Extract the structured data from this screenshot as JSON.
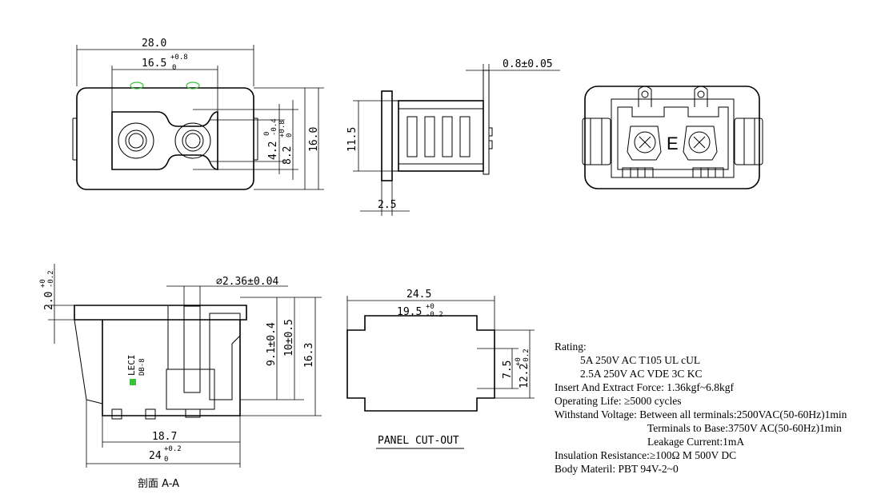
{
  "front_view": {
    "width": "28.0",
    "spacing_base": "16.5",
    "spacing_tol_upper": "+0.8",
    "spacing_tol_lower": "0",
    "h1_base": "4.2",
    "h1_tol_upper": "0",
    "h1_tol_lower": "-0.4",
    "h2_base": "8.2",
    "h2_tol_upper": "+0.8",
    "h2_tol_lower": "0",
    "height": "16.0"
  },
  "side_view": {
    "pin_dim": "0.8±0.05",
    "height": "11.5",
    "flange": "2.5"
  },
  "back_view": {
    "mark_letter": "E"
  },
  "section_view": {
    "pin_diameter": "∅2.36±0.04",
    "top_base": "2.0",
    "top_tol_upper": "+0",
    "top_tol_lower": "-0.2",
    "d1": "9.1±0.4",
    "d2": "10±0.5",
    "d3": "16.3",
    "width1": "18.7",
    "width2_base": "24",
    "width2_tol_upper": "+0.2",
    "width2_tol_lower": "0",
    "brand": "LECI",
    "model": "DB-8",
    "caption": "剖面 A-A"
  },
  "cutout": {
    "outer_width": "24.5",
    "inner_base": "19.5",
    "inner_tol_upper": "+0",
    "inner_tol_lower": "-0.2",
    "inner_height": "7.5",
    "outer_base": "12.2",
    "outer_tol_upper": "+0",
    "outer_tol_lower": "-0.2",
    "title": "PANEL CUT-OUT"
  },
  "specs": {
    "rating_label": "Rating:",
    "rating_1": "5A 250V AC T105 UL cUL",
    "rating_2": "2.5A 250V AC VDE 3C KC",
    "insert_force": "Insert And Extract Force:  1.36kgf~6.8kgf",
    "operating_life": "Operating Life:  ≥5000 cycles",
    "withstand": "Withstand Voltage: Between all terminals:2500VAC(50-60Hz)1min",
    "terminals_base": "Terminals to Base:3750V AC(50-60Hz)1min",
    "leakage": "Leakage Current:1mA",
    "insulation": "Insulation Resistance:≥100Ω M  500V DC",
    "body_material": "Body Materil:  PBT   94V-2~0"
  }
}
